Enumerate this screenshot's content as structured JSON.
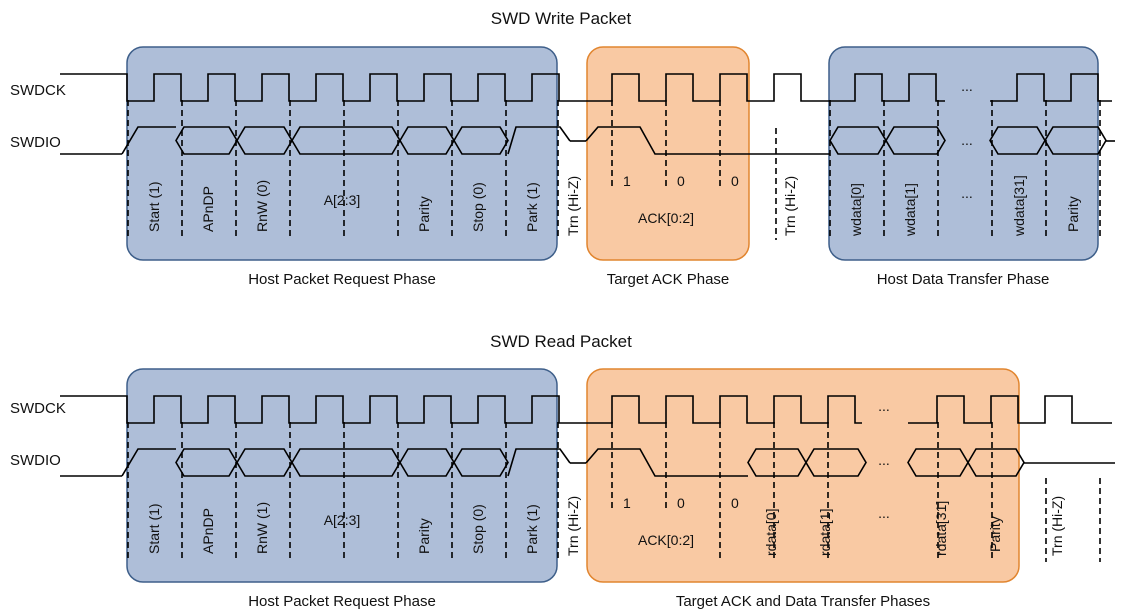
{
  "colors": {
    "host_phase_fill": "#aebed8",
    "host_phase_stroke": "#3e5f8a",
    "target_phase_fill": "#f9c9a3",
    "target_phase_stroke": "#e1852f"
  },
  "signals": {
    "clock": "SWDCK",
    "data": "SWDIO"
  },
  "write_packet": {
    "title": "SWD Write Packet",
    "request_labels": [
      "Start (1)",
      "APnDP",
      "RnW (0)",
      "A[2:3]",
      "Parity",
      "Stop (0)",
      "Park (1)"
    ],
    "turnaround_1": "Trn (Hi-Z)",
    "ack_values": [
      "1",
      "0",
      "0"
    ],
    "ack_label": "ACK[0:2]",
    "turnaround_2": "Trn (Hi-Z)",
    "data_labels": [
      "wdata[0]",
      "wdata[1]",
      "...",
      "wdata[31]",
      "Parity"
    ],
    "ellipsis": "...",
    "phase_labels": [
      "Host Packet Request Phase",
      "Target ACK Phase",
      "Host Data Transfer Phase"
    ]
  },
  "read_packet": {
    "title": "SWD Read Packet",
    "request_labels": [
      "Start (1)",
      "APnDP",
      "RnW (1)",
      "A[2:3]",
      "Parity",
      "Stop (0)",
      "Park (1)"
    ],
    "turnaround_1": "Trn (Hi-Z)",
    "ack_values": [
      "1",
      "0",
      "0"
    ],
    "ack_label": "ACK[0:2]",
    "data_labels": [
      "rdata[0]",
      "rdata[1]",
      "...",
      "rdata[31]",
      "Parity"
    ],
    "ellipsis": "...",
    "turnaround_2": "Trn (Hi-Z)",
    "phase_labels": [
      "Host Packet Request Phase",
      "Target ACK and Data Transfer Phases"
    ]
  }
}
